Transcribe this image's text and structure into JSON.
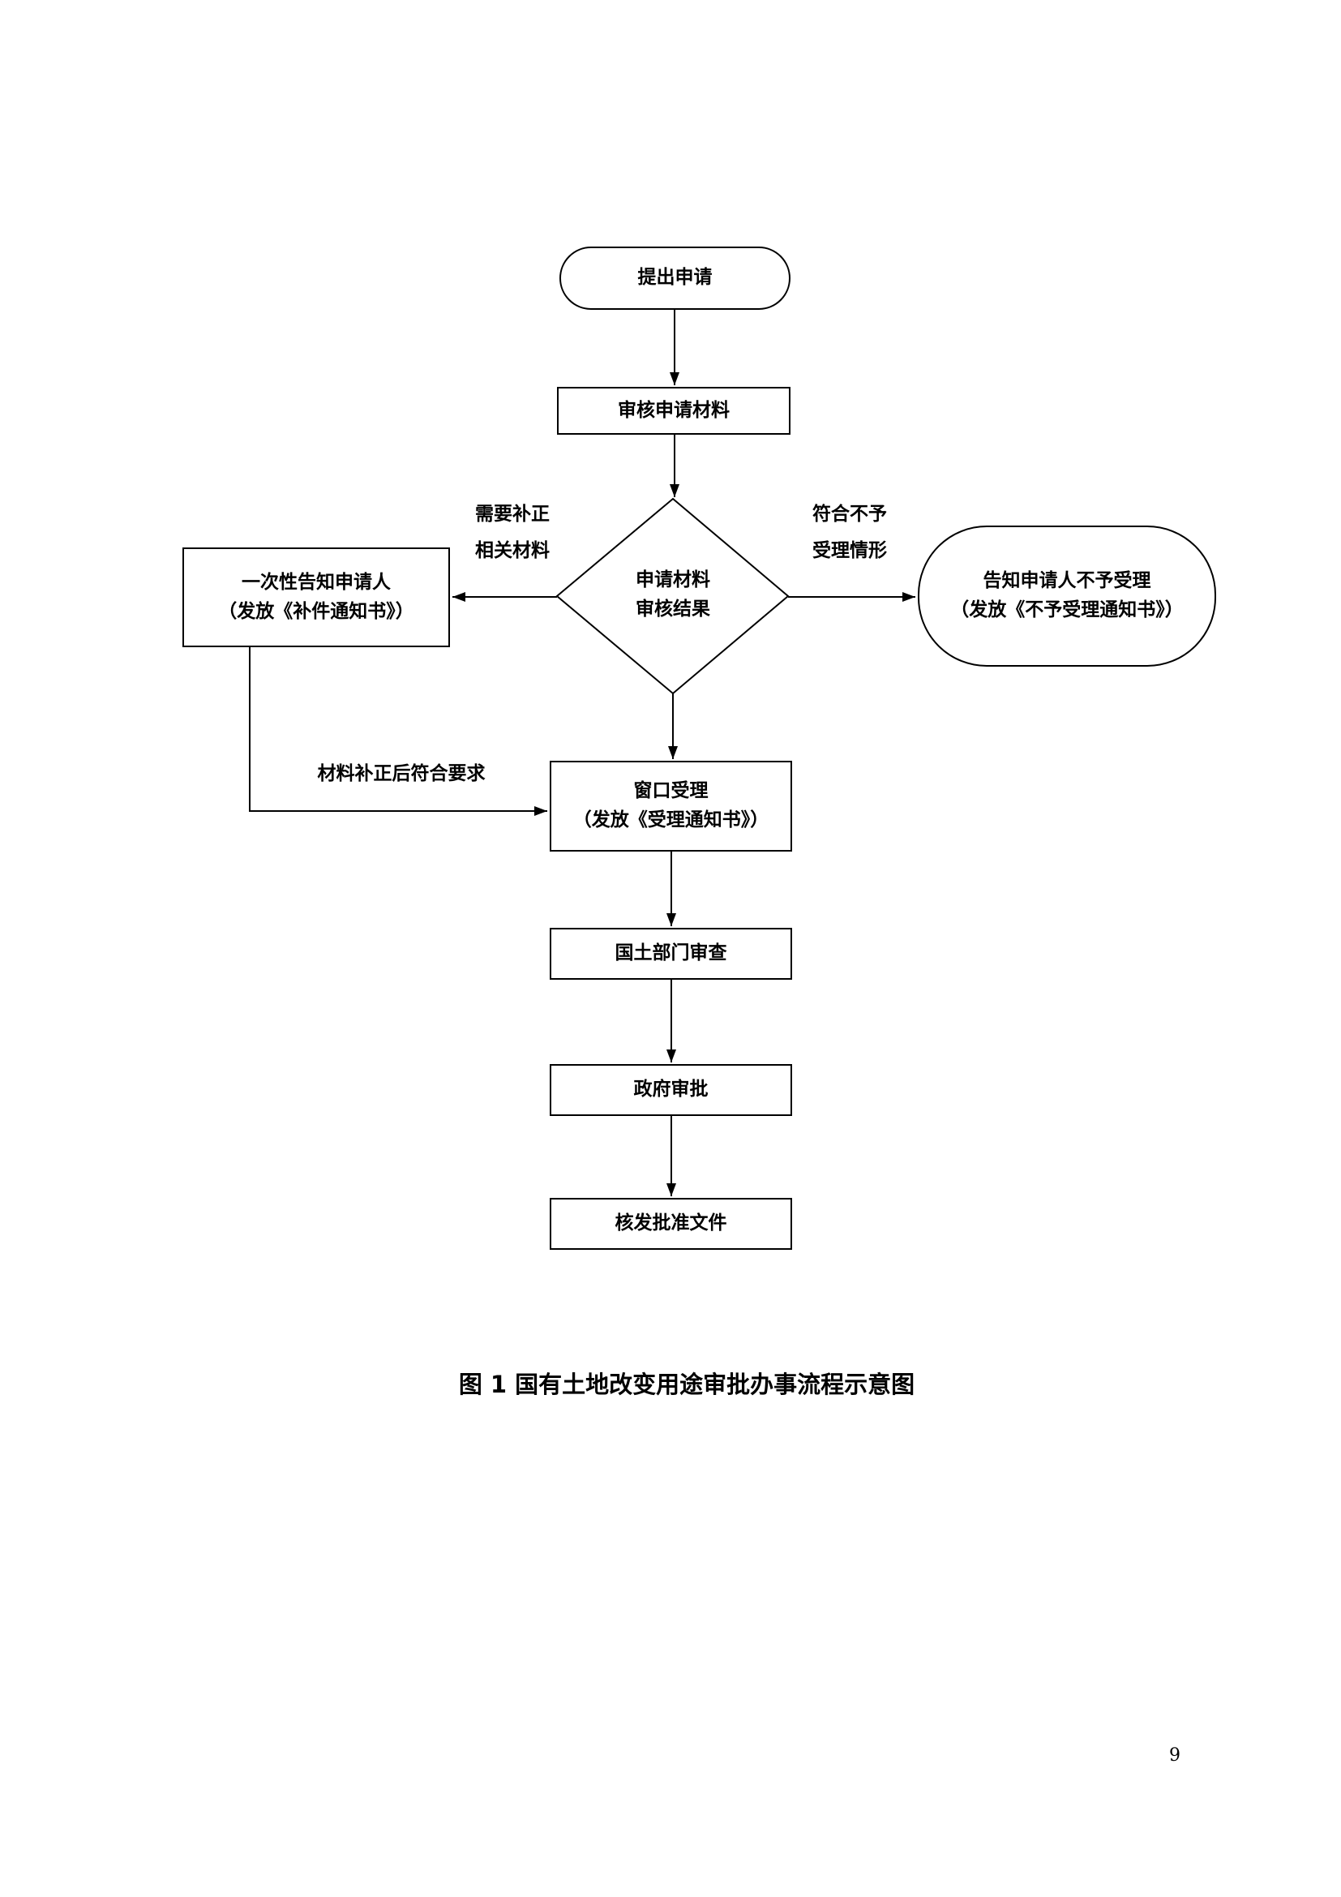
{
  "caption": "图 1  国有土地改变用途审批办事流程示意图",
  "page_number": "9",
  "nodes": {
    "start": {
      "label": "提出申请"
    },
    "review": {
      "label": "审核申请材料"
    },
    "decision": {
      "line1": "申请材料",
      "line2": "审核结果"
    },
    "notify_supplement": {
      "line1": "一次性告知申请人",
      "line2": "（发放《补件通知书》）"
    },
    "notify_reject": {
      "line1": "告知申请人不予受理",
      "line2": "（发放《不予受理通知书》）"
    },
    "window_accept": {
      "line1": "窗口受理",
      "line2": "（发放《受理通知书》）"
    },
    "land_review": {
      "label": "国土部门审查"
    },
    "gov_approval": {
      "label": "政府审批"
    },
    "issue_approval": {
      "label": "核发批准文件"
    }
  },
  "edge_labels": {
    "need_supplement": {
      "line1": "需要补正",
      "line2": "相关材料"
    },
    "reject_case": {
      "line1": "符合不予",
      "line2": "受理情形"
    },
    "corrected": {
      "label": "材料补正后符合要求"
    }
  }
}
